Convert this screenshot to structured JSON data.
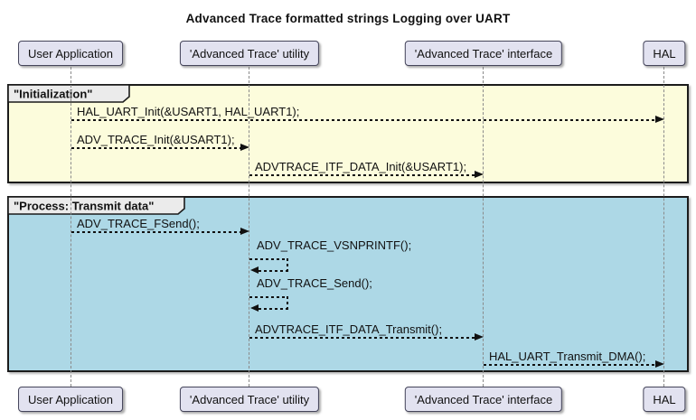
{
  "diagram": {
    "type": "uml-sequence-diagram",
    "title": "Advanced Trace formatted strings Logging over UART",
    "participants": [
      {
        "label": "User Application"
      },
      {
        "label": "'Advanced Trace' utility"
      },
      {
        "label": "'Advanced Trace' interface"
      },
      {
        "label": "HAL"
      }
    ],
    "groups": [
      {
        "label": "\"Initialization\"",
        "bg": "#FCFCDC"
      },
      {
        "label": "\"Process: Transmit data\"",
        "bg": "#ADD8E6"
      }
    ],
    "messages": [
      {
        "text": "HAL_UART_Init(&USART1, HAL_UART1);",
        "from": "User Application",
        "to": "HAL"
      },
      {
        "text": "ADV_TRACE_Init(&USART1);",
        "from": "User Application",
        "to": "'Advanced Trace' utility"
      },
      {
        "text": "ADVTRACE_ITF_DATA_Init(&USART1);",
        "from": "'Advanced Trace' utility",
        "to": "'Advanced Trace' interface"
      },
      {
        "text": "ADV_TRACE_FSend();",
        "from": "User Application",
        "to": "'Advanced Trace' utility"
      },
      {
        "text": "ADV_TRACE_VSNPRINTF();",
        "from": "'Advanced Trace' utility",
        "to": "'Advanced Trace' utility"
      },
      {
        "text": "ADV_TRACE_Send();",
        "from": "'Advanced Trace' utility",
        "to": "'Advanced Trace' utility"
      },
      {
        "text": "ADVTRACE_ITF_DATA_Transmit();",
        "from": "'Advanced Trace' utility",
        "to": "'Advanced Trace' interface"
      },
      {
        "text": "HAL_UART_Transmit_DMA();",
        "from": "'Advanced Trace' interface",
        "to": "HAL"
      }
    ],
    "colors": {
      "participant_fill": "#E2E2F0",
      "participant_border": "#44445A",
      "frame_border": "#1B1B1B",
      "group_label_fill": "#EBEBEB",
      "lifeline": "#8A8A8A",
      "initialization_bg": "#FCFCDC",
      "process_bg": "#ADD8E6"
    }
  }
}
